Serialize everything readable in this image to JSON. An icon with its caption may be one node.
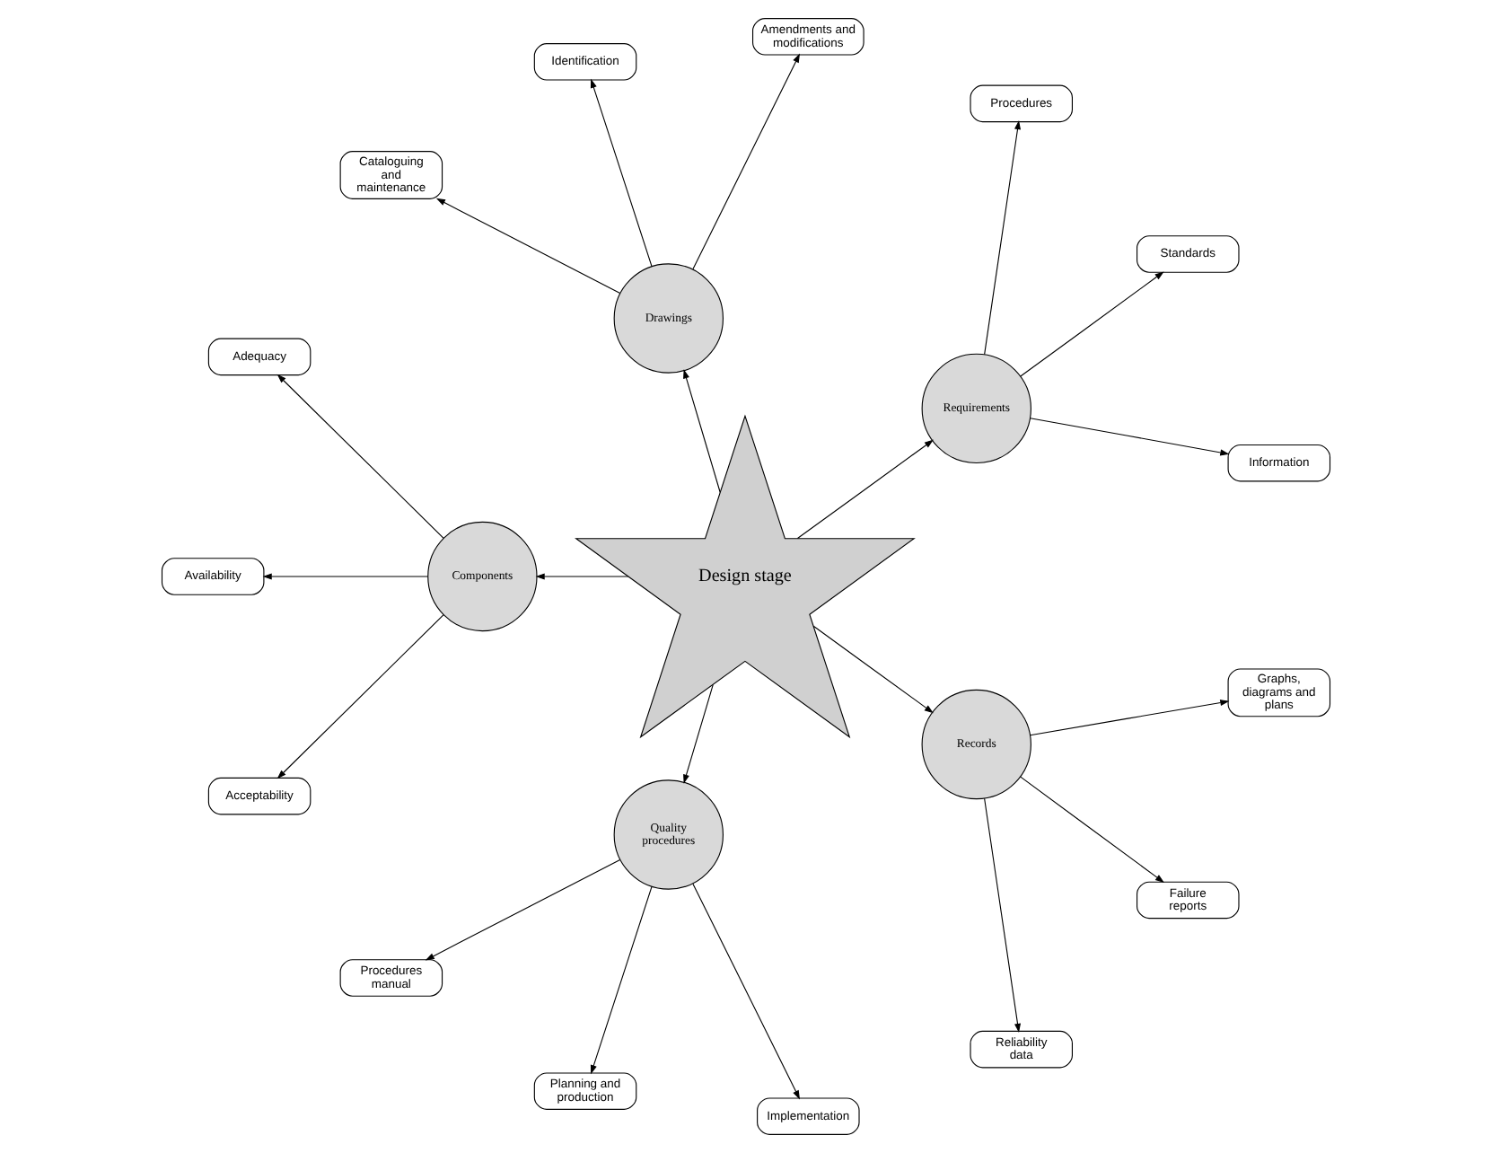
{
  "diagram": {
    "nodes": [
      {
        "text": [
          "Design stage"
        ]
      },
      {
        "text": [
          "Requirements"
        ]
      },
      {
        "text": [
          "Information"
        ]
      },
      {
        "text": [
          "Standards"
        ]
      },
      {
        "text": [
          "Procedures"
        ]
      },
      {
        "text": [
          "Drawings"
        ]
      },
      {
        "text": [
          "Amendments and modifications"
        ]
      },
      {
        "text": [
          "Identification"
        ]
      },
      {
        "text": [
          "Cataloguing and maintenance"
        ]
      },
      {
        "text": [
          "Components"
        ]
      },
      {
        "text": [
          "Adequacy"
        ]
      },
      {
        "text": [
          "Availability"
        ]
      },
      {
        "text": [
          "Acceptability"
        ]
      },
      {
        "text": [
          "Quality procedures"
        ]
      },
      {
        "text": [
          "Procedures manual"
        ]
      },
      {
        "text": [
          "Planning and production"
        ]
      },
      {
        "text": [
          "Implementation"
        ]
      },
      {
        "text": [
          "Records"
        ]
      },
      {
        "text": [
          "Reliability data"
        ]
      },
      {
        "text": [
          "Failure reports"
        ]
      },
      {
        "text": [
          "Graphs, diagrams and plans"
        ]
      }
    ],
    "edges": [
      {
        "from": 0,
        "to": 1,
        "arrow": "to"
      },
      {
        "from": 1,
        "to": 2,
        "arrow": "to"
      },
      {
        "from": 1,
        "to": 3,
        "arrow": "to"
      },
      {
        "from": 1,
        "to": 4,
        "arrow": "to"
      },
      {
        "from": 0,
        "to": 5,
        "arrow": "to"
      },
      {
        "from": 5,
        "to": 6,
        "arrow": "to"
      },
      {
        "from": 5,
        "to": 7,
        "arrow": "to"
      },
      {
        "from": 5,
        "to": 8,
        "arrow": "to"
      },
      {
        "from": 0,
        "to": 9,
        "arrow": "to"
      },
      {
        "from": 9,
        "to": 10,
        "arrow": "to"
      },
      {
        "from": 9,
        "to": 11,
        "arrow": "to"
      },
      {
        "from": 9,
        "to": 12,
        "arrow": "to"
      },
      {
        "from": 0,
        "to": 13,
        "arrow": "to"
      },
      {
        "from": 13,
        "to": 14,
        "arrow": "to"
      },
      {
        "from": 13,
        "to": 15,
        "arrow": "to"
      },
      {
        "from": 13,
        "to": 16,
        "arrow": "to"
      },
      {
        "from": 0,
        "to": 17,
        "arrow": "to"
      },
      {
        "from": 17,
        "to": 18,
        "arrow": "to"
      },
      {
        "from": 17,
        "to": 19,
        "arrow": "to"
      },
      {
        "from": 17,
        "to": 20,
        "arrow": "to"
      }
    ]
  }
}
